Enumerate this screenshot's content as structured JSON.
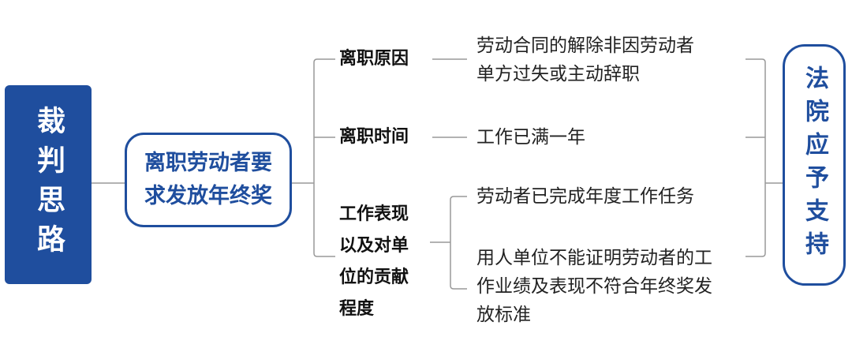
{
  "root": {
    "label": "裁判思路"
  },
  "topic": {
    "line1": "离职劳动者要",
    "line2": "求发放年终奖"
  },
  "factors": {
    "reason": {
      "label": "离职原因",
      "details": [
        "劳动合同的解除非因劳动者",
        "单方过失或主动辞职"
      ]
    },
    "time": {
      "label": "离职时间",
      "details": [
        "工作已满一年"
      ]
    },
    "performance": {
      "lines": [
        "工作表现",
        "以及对单",
        "位的贡献",
        "程度"
      ],
      "detail_a": "劳动者已完成年度工作任务",
      "detail_b": [
        "用人单位不能证明劳动者的工",
        "作业绩及表现不符合年终奖发",
        "放标准"
      ]
    }
  },
  "conclusion": {
    "label": "法院应予支持"
  },
  "colors": {
    "primary": "#1f4e9e",
    "line": "#999999"
  }
}
